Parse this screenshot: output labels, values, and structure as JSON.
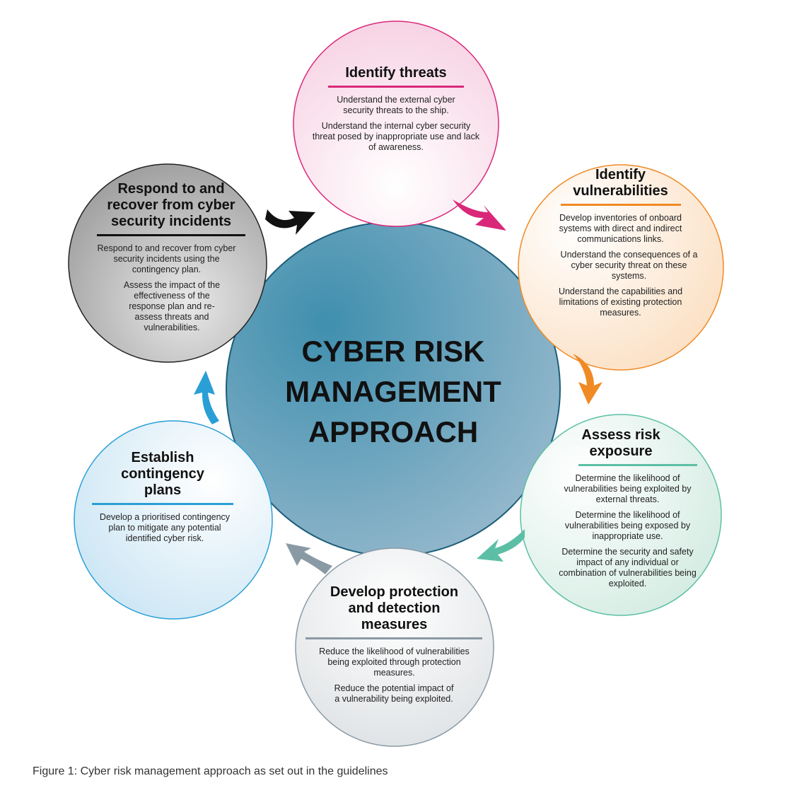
{
  "center": {
    "lines": [
      "CYBER RISK",
      "MANAGEMENT",
      "APPROACH"
    ]
  },
  "steps": [
    {
      "title": "Identify threats",
      "color": "#d9287a",
      "paragraphs": [
        "Understand the external cyber security threats to the ship.",
        "Understand the internal cyber security threat posed by inappropriate use and lack of awareness."
      ]
    },
    {
      "title": "Identify vulnerabilities",
      "color": "#f08a24",
      "paragraphs": [
        "Develop inventories of onboard systems with direct and indirect communications links.",
        "Understand the consequences of a cyber security threat on these systems.",
        "Understand the capabilities and limitations of existing protection measures."
      ]
    },
    {
      "title": "Assess risk exposure",
      "color": "#5cbfa5",
      "paragraphs": [
        "Determine the likelihood of vulnerabilities being exploited by external threats.",
        "Determine the likelihood of vulnerabilities being exposed by inappropriate use.",
        "Determine the security and safety impact of any individual or combination of vulnerabilities being exploited."
      ]
    },
    {
      "title": "Develop protection and detection measures",
      "color": "#8a9aa5",
      "paragraphs": [
        "Reduce the likelihood of vulnerabilities being exploited through protection measures.",
        "Reduce the potential impact of a vulnerability being exploited."
      ]
    },
    {
      "title": "Establish contingency plans",
      "color": "#2a9fd6",
      "paragraphs": [
        "Develop a prioritised contingency plan to mitigate any potential identified cyber risk."
      ]
    },
    {
      "title": "Respond to and recover from cyber security incidents",
      "color": "#111111",
      "paragraphs": [
        "Respond to and recover from cyber security incidents using the contingency plan.",
        "Assess the impact of the effectiveness of the response plan and re-assess threats and vulnerabilities."
      ]
    }
  ],
  "caption": "Figure 1: Cyber risk management approach as set out in the guidelines"
}
